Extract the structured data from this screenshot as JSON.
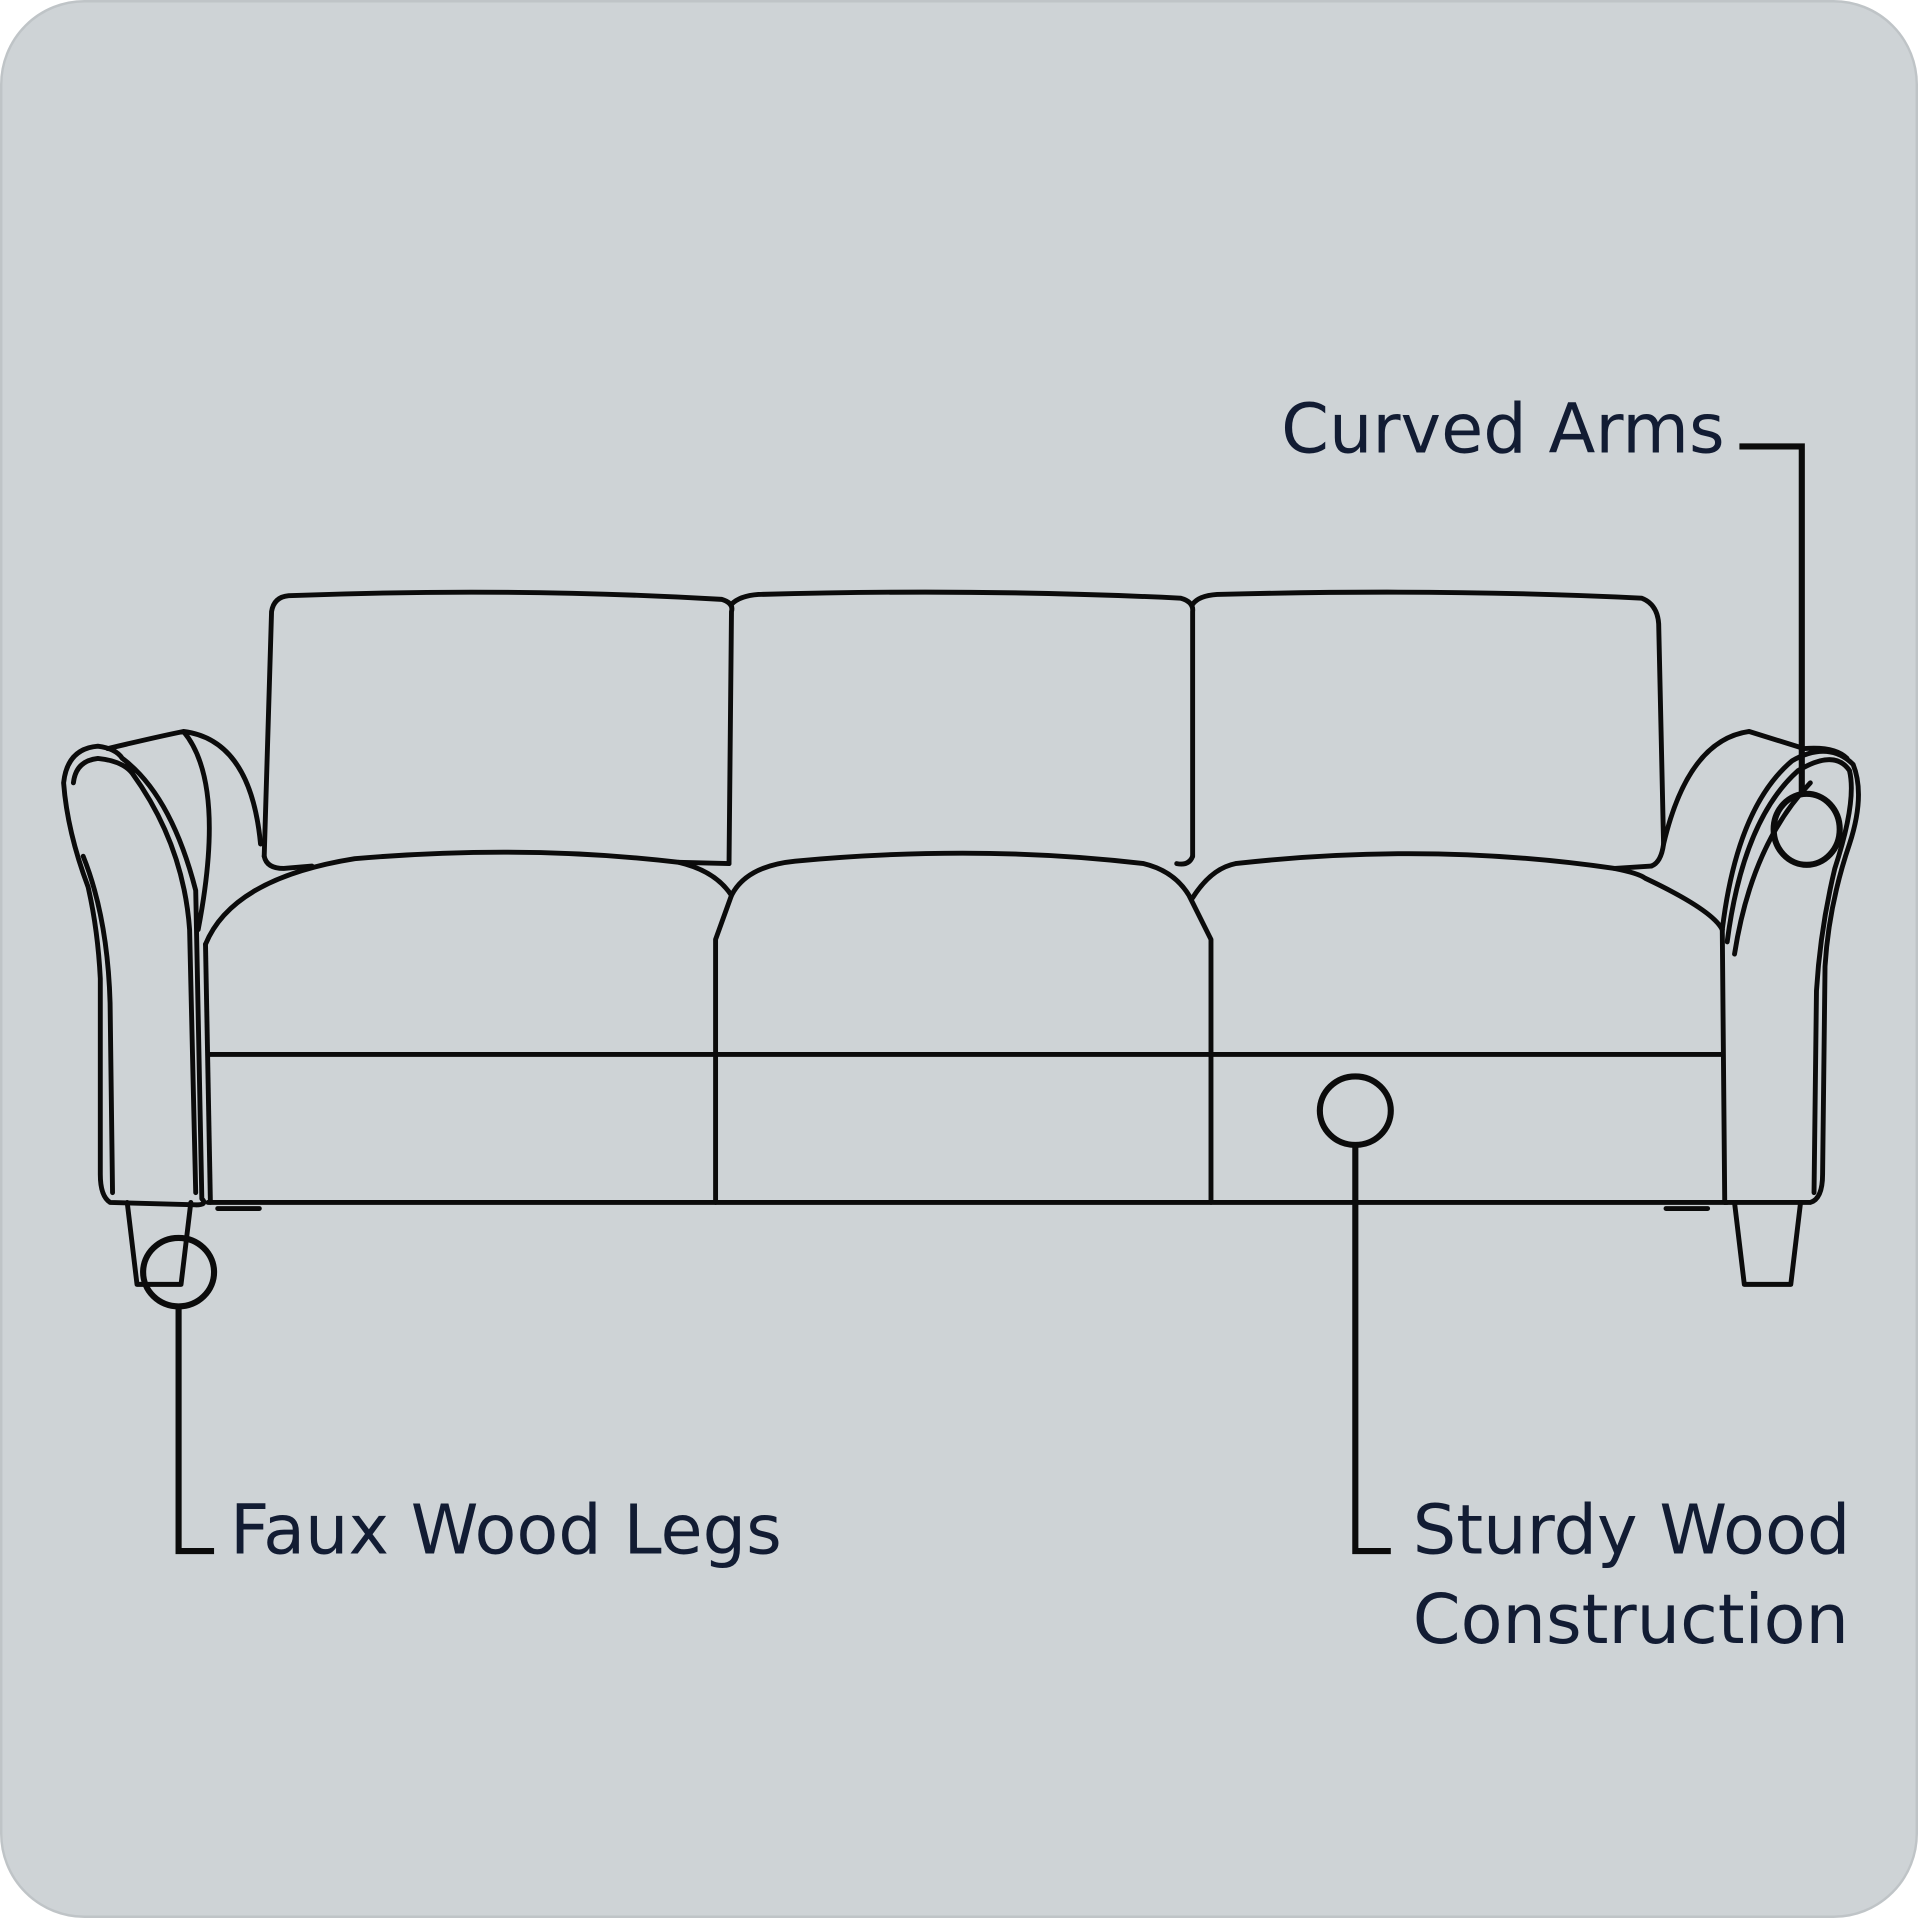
{
  "colors": {
    "background": "#CED3D6",
    "text": "#121C33",
    "line": "#0B0B0B"
  },
  "callouts": {
    "curved_arms": "Curved Arms",
    "faux_wood_legs": "Faux Wood Legs",
    "sturdy_wood_line1": "Sturdy Wood",
    "sturdy_wood_line2": "Construction"
  }
}
